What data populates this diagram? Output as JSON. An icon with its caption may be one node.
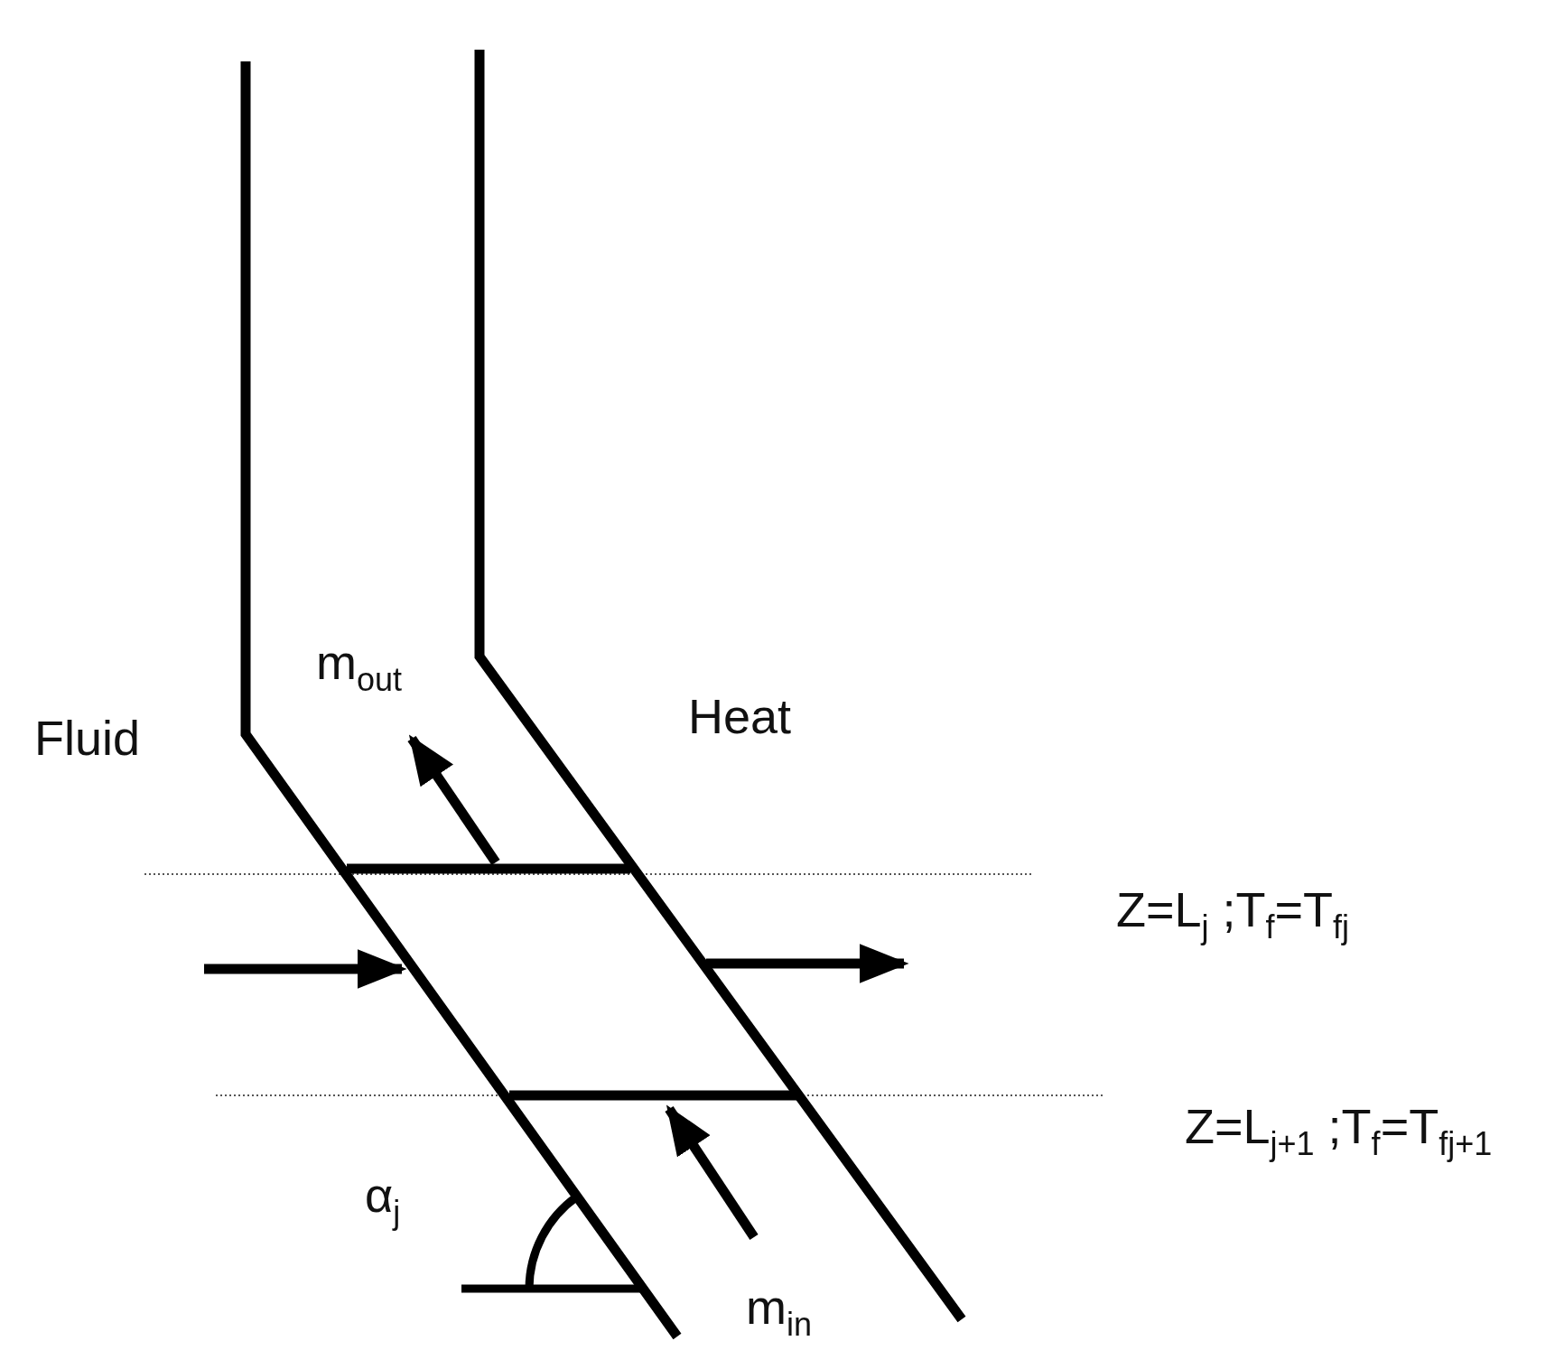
{
  "diagram": {
    "labels": [
      "Fluid",
      "m$_{out}$",
      "Heat",
      "Z=L$_{j}$ ;T$_{f}$=T$_{fj}$",
      "Z=L$_{j+1}$ ;T$_{f}$=T$_{fj+1}$",
      "α$_{j}$",
      "m$_{in}$"
    ]
  }
}
